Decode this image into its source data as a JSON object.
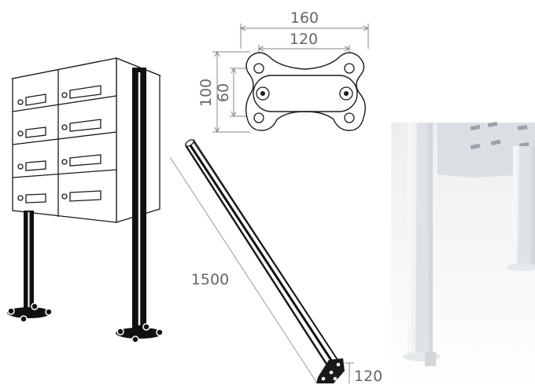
{
  "drawing": {
    "dimensions": {
      "outer_width": "160",
      "inner_width": "120",
      "outer_height": "100",
      "inner_height": "60",
      "post_length": "1500",
      "foot_height": "120"
    }
  },
  "colors": {
    "line": "#1a1a1a",
    "dimension_line": "#8a8a8a",
    "dimension_text": "#666666",
    "photo_background": "#f4f5f6",
    "post_white": "#eef0f1",
    "post_shadow": "#c9ced2"
  },
  "icons": {
    "mailbox_unit": "mailbox-cluster-drawing",
    "post": "post-drawing",
    "base_plate": "base-plate-drawing",
    "photo": "installed-posts-photo"
  }
}
